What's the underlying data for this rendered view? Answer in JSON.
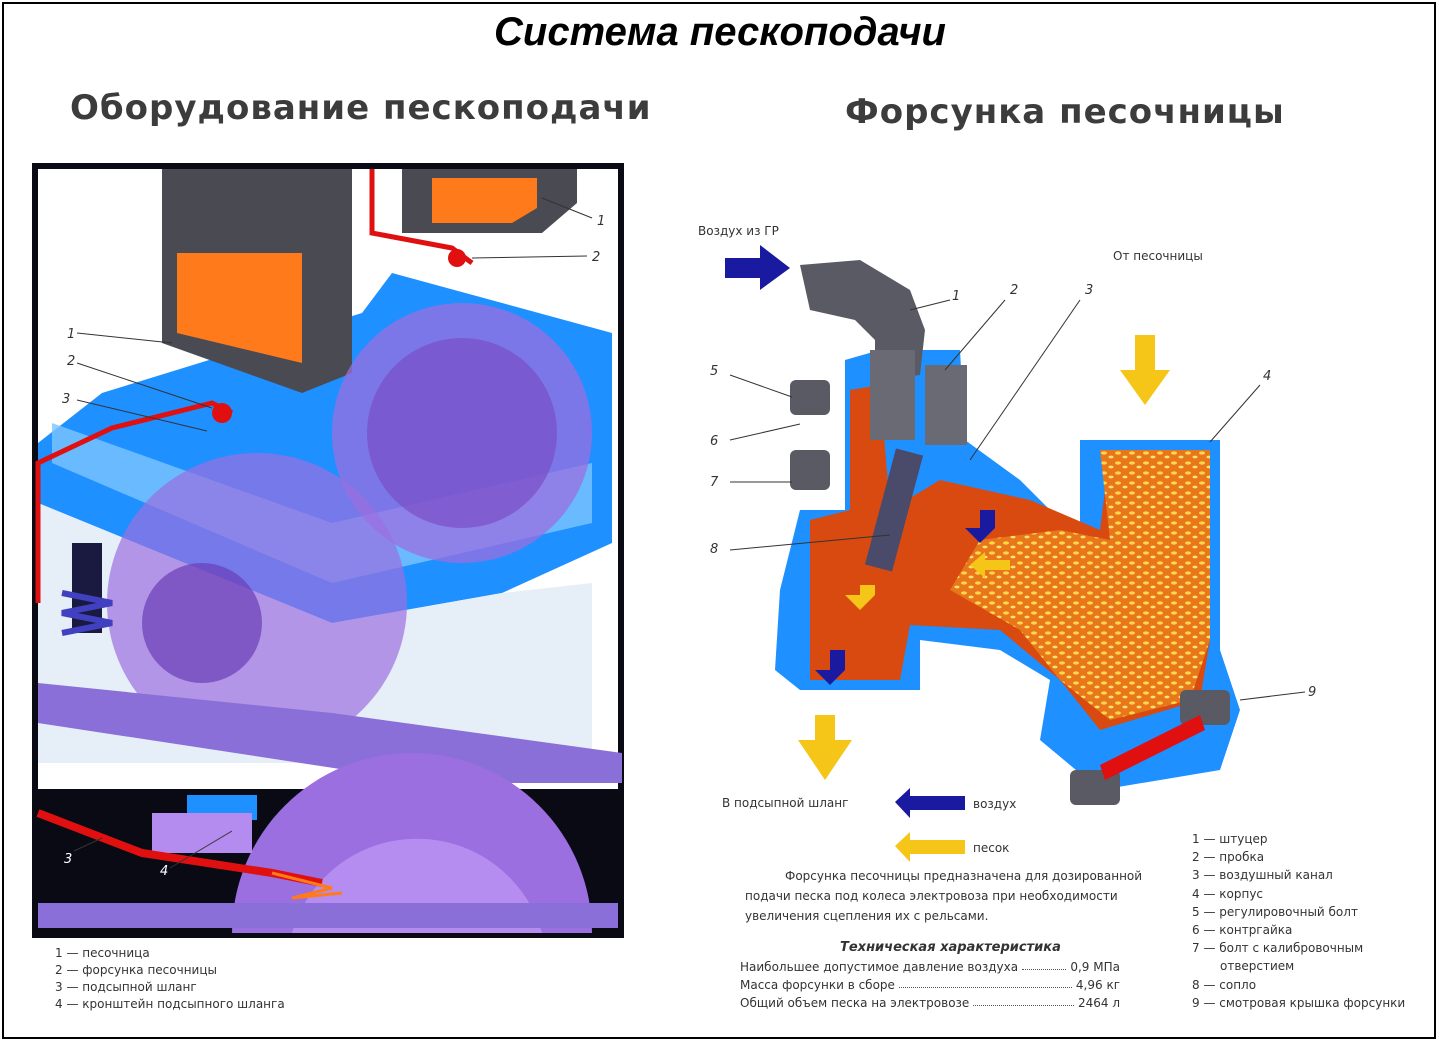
{
  "title": "Система пескоподачи",
  "left_panel": {
    "title": "Оборудование пескоподачи",
    "labels": {
      "l1a": "1",
      "l2a": "2",
      "l1b": "1",
      "l2b": "2",
      "l3a": "3",
      "l3b": "3",
      "l4": "4"
    },
    "legend": [
      "1 — песочница",
      "2 — форсунка песочницы",
      "3 — подсыпной шланг",
      "4 — кронштейн подсыпного шланга"
    ]
  },
  "right_panel": {
    "title": "Форсунка песочницы",
    "air_in_label": "Воздух из ГР",
    "from_sandbox_label": "От песочницы",
    "to_hose_label": "В подсыпной шланг",
    "key_air": "воздух",
    "key_sand": "песок",
    "part_labels": {
      "p1": "1",
      "p2": "2",
      "p3": "3",
      "p4": "4",
      "p5": "5",
      "p6": "6",
      "p7": "7",
      "p8": "8",
      "p9": "9"
    },
    "description": [
      "Форсунка песочницы предназначена для дозированной",
      "подачи песка под колеса электровоза при необходимости",
      "увеличения сцепления их с рельсами."
    ],
    "tech": {
      "title": "Техническая характеристика",
      "rows": [
        {
          "label": "Наибольшее допустимое давление воздуха",
          "value": "0,9 МПа"
        },
        {
          "label": "Масса форсунки в сборе",
          "value": "4,96 кг"
        },
        {
          "label": "Общий объем песка на электровозе",
          "value": "2464 л"
        }
      ]
    },
    "legend": [
      "1 — штуцер",
      "2 — пробка",
      "3 — воздушный канал",
      "4 — корпус",
      "5 — регулировочный болт",
      "6 — контргайка",
      "7 — болт с калибровочным",
      "отверстием",
      "8 — сопло",
      "9 — смотровая крышка форсунки"
    ]
  },
  "colors": {
    "blue": "#1e90ff",
    "orange": "#ff7a1a",
    "red": "#e01010",
    "violet": "#9b6fe0",
    "navy": "#1a1aa0",
    "yellow": "#f5c518"
  }
}
